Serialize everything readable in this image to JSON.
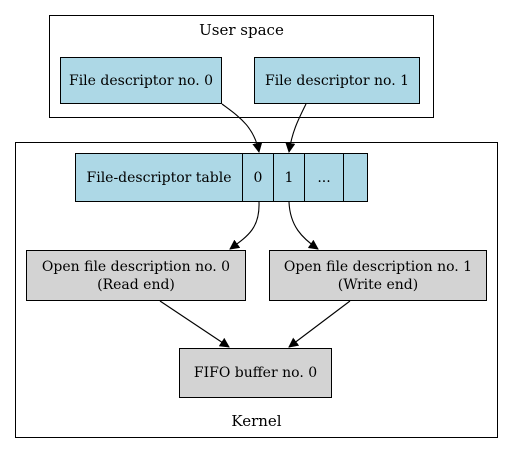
{
  "clusters": {
    "user_space": "User space",
    "kernel": "Kernel"
  },
  "nodes": {
    "fd0": "File descriptor no. 0",
    "fd1": "File descriptor no. 1",
    "fd_table": {
      "label": "File-descriptor table",
      "cells": [
        "0",
        "1",
        "..."
      ]
    },
    "ofd0": {
      "line1": "Open file description no. 0",
      "line2": "(Read end)"
    },
    "ofd1": {
      "line1": "Open file description no. 1",
      "line2": "(Write end)"
    },
    "fifo": "FIFO buffer no. 0"
  },
  "colors": {
    "descriptor_fill": "#add8e6",
    "kernel_object_fill": "#d3d3d3"
  }
}
